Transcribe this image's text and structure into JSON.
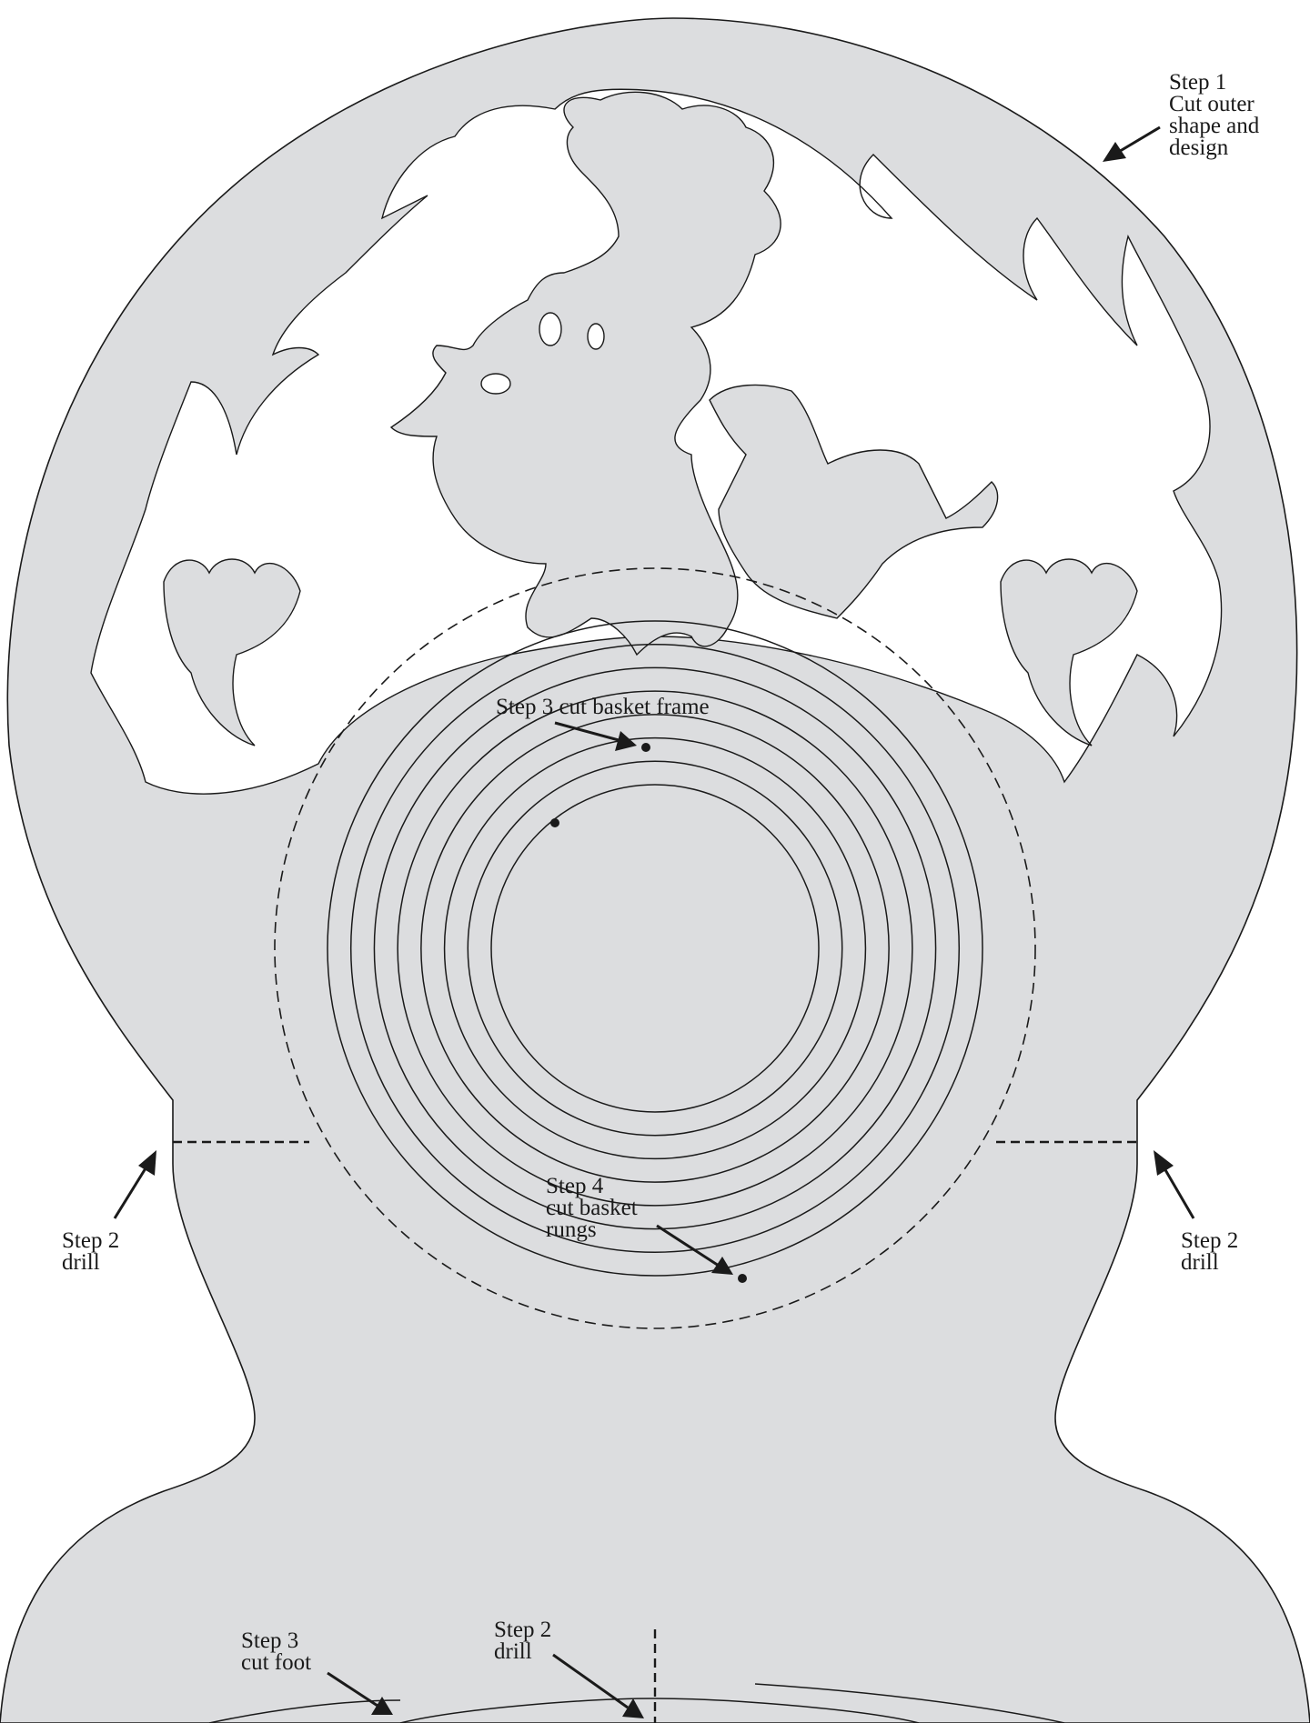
{
  "labels": {
    "step1": [
      "Step 1",
      "Cut outer",
      "shape and",
      "design"
    ],
    "step2_left": [
      "Step 2",
      "drill"
    ],
    "step2_right": [
      "Step 2",
      "drill"
    ],
    "step3_frame": [
      "Step 3 cut basket frame"
    ],
    "step4": [
      "Step 4",
      "cut basket",
      "rungs"
    ],
    "step3_foot": [
      "Step 3",
      "cut foot"
    ],
    "step2_bottom": [
      "Step 2",
      "drill"
    ]
  },
  "spiral": {
    "rungs": 8
  }
}
